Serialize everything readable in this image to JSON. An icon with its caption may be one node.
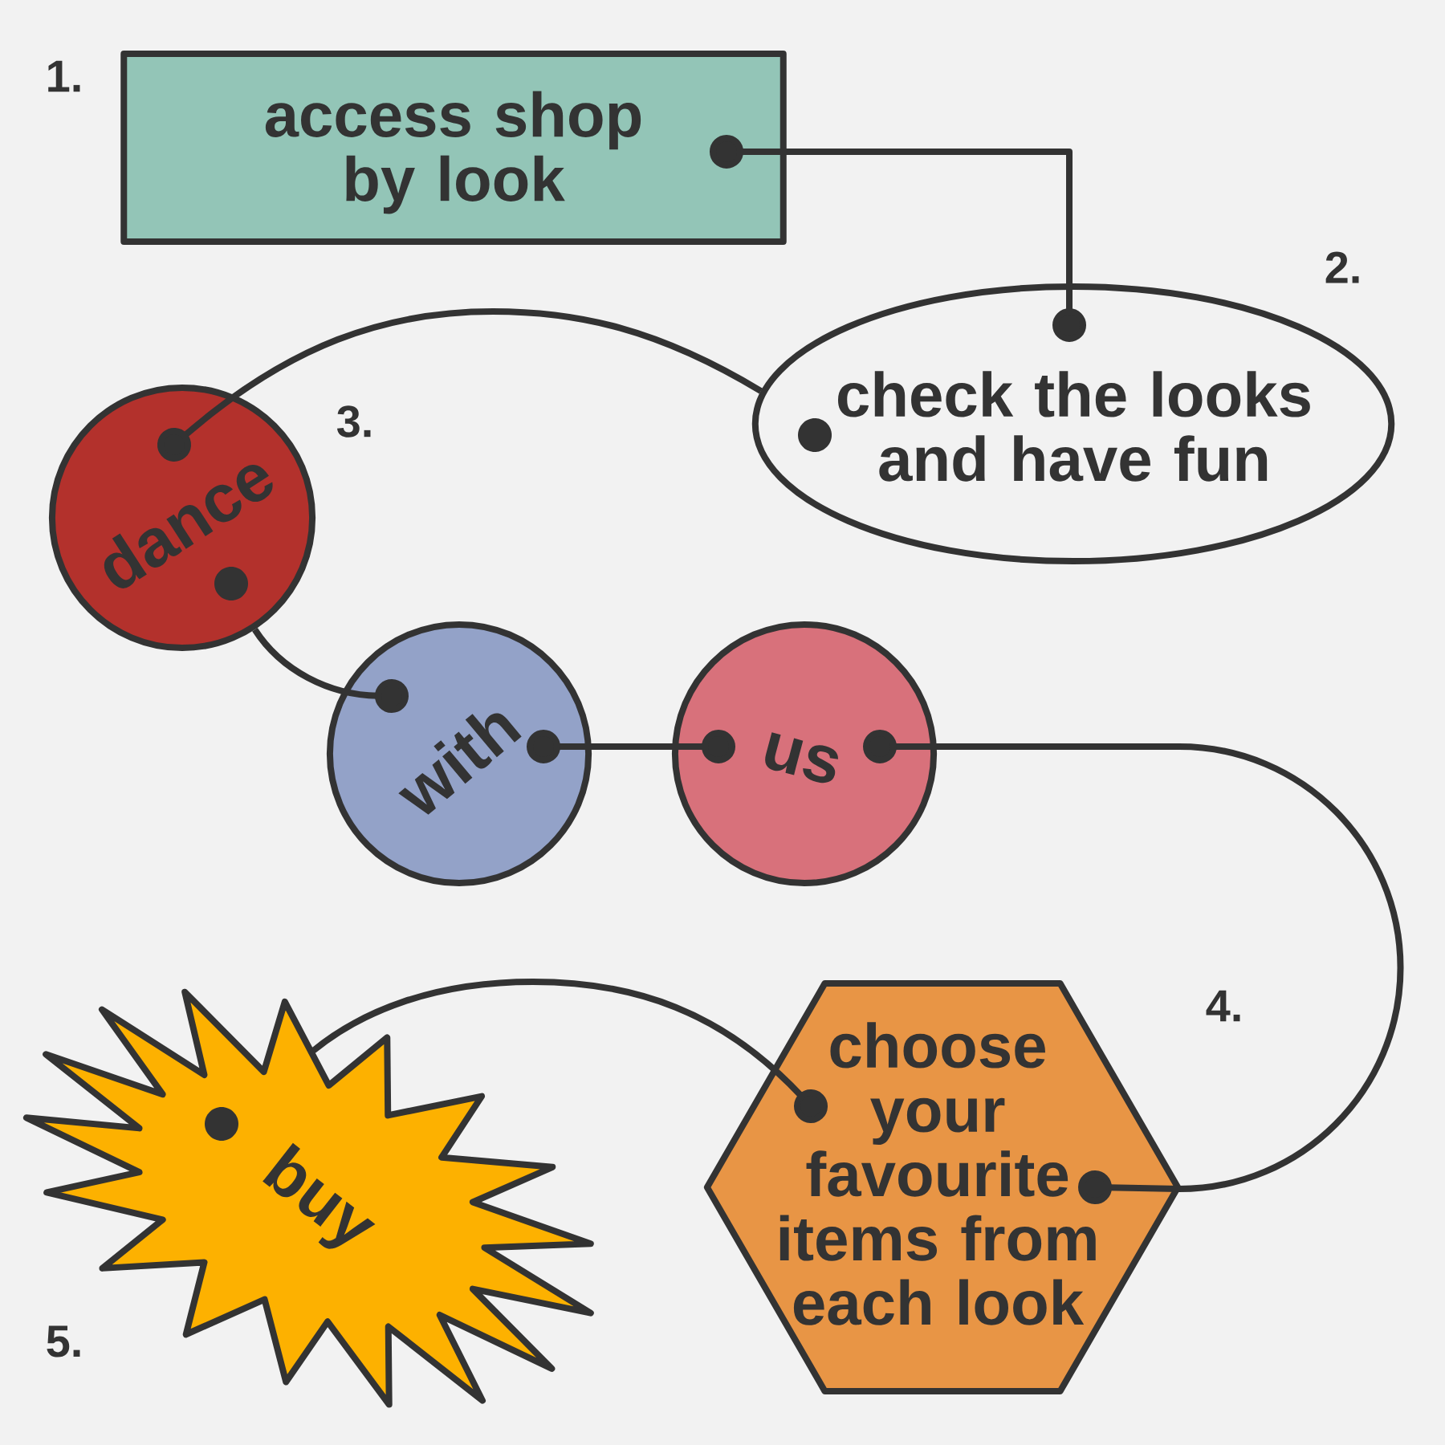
{
  "diagram": {
    "nodes": [
      {
        "text": [
          "access shop by look"
        ],
        "beside": [
          "1."
        ]
      },
      {
        "text": [
          "check the looks and have fun"
        ],
        "beside": [
          "2."
        ]
      },
      {
        "text": [
          "dance"
        ],
        "beside": [
          "3."
        ]
      },
      {
        "text": [
          "with"
        ]
      },
      {
        "text": [
          "us"
        ]
      },
      {
        "text": [
          "choose your favourite items from each look"
        ],
        "beside": [
          "4."
        ]
      },
      {
        "text": [
          "buy"
        ],
        "beside": [
          "5."
        ]
      }
    ],
    "edges": [
      {
        "from": 0,
        "to": 1,
        "arrow": "other"
      },
      {
        "from": 1,
        "to": 2,
        "arrow": "other"
      },
      {
        "from": 2,
        "to": 3,
        "arrow": "other"
      },
      {
        "from": 3,
        "to": 4,
        "arrow": "other"
      },
      {
        "from": 4,
        "to": 5,
        "arrow": "other"
      },
      {
        "from": 5,
        "to": 6,
        "arrow": "other"
      }
    ]
  }
}
